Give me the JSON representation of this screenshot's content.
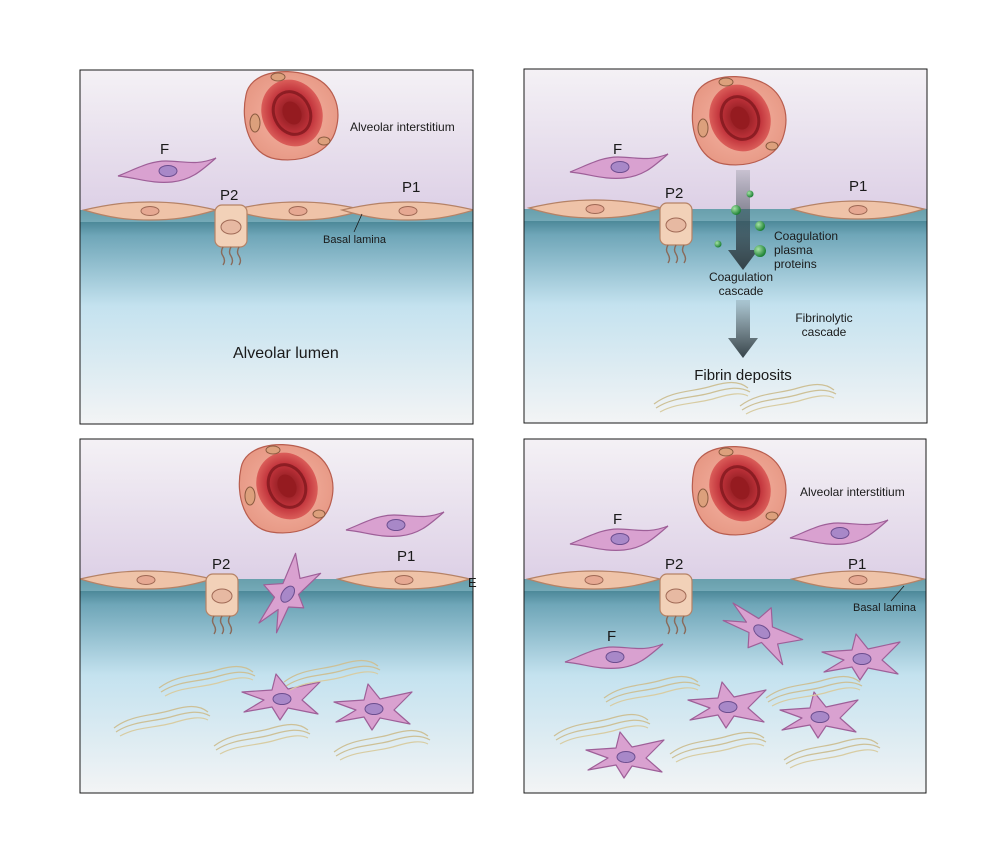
{
  "panels": {
    "p1": {
      "interstitium": "Alveolar interstitium",
      "f": "F",
      "p2": "P2",
      "p1": "P1",
      "basal": "Basal lamina",
      "lumen": "Alveolar lumen"
    },
    "p2": {
      "f": "F",
      "p2": "P2",
      "p1": "P1",
      "plasma": [
        "Coagulation",
        "plasma",
        "proteins"
      ],
      "coag_cascade": [
        "Coagulation",
        "cascade"
      ],
      "fibrinolytic": [
        "Fibrinolytic",
        "cascade"
      ],
      "fibrin": "Fibrin deposits"
    },
    "p3": {
      "p2": "P2",
      "p1": "P1",
      "edge_mark": "E"
    },
    "p4": {
      "interstitium": "Alveolar interstitium",
      "f_top": "F",
      "p2": "P2",
      "p1": "P1",
      "basal": "Basal lamina",
      "f_lumen": "F"
    }
  },
  "colors": {
    "interstitium": "#e6def0",
    "lumen": "#cde6f2",
    "cell_pink": "#d79bcf",
    "epithelium": "#efc3a8",
    "rbc": "#c2343c",
    "protein": "#2f9a45",
    "fibrin": "#d8cca2"
  }
}
